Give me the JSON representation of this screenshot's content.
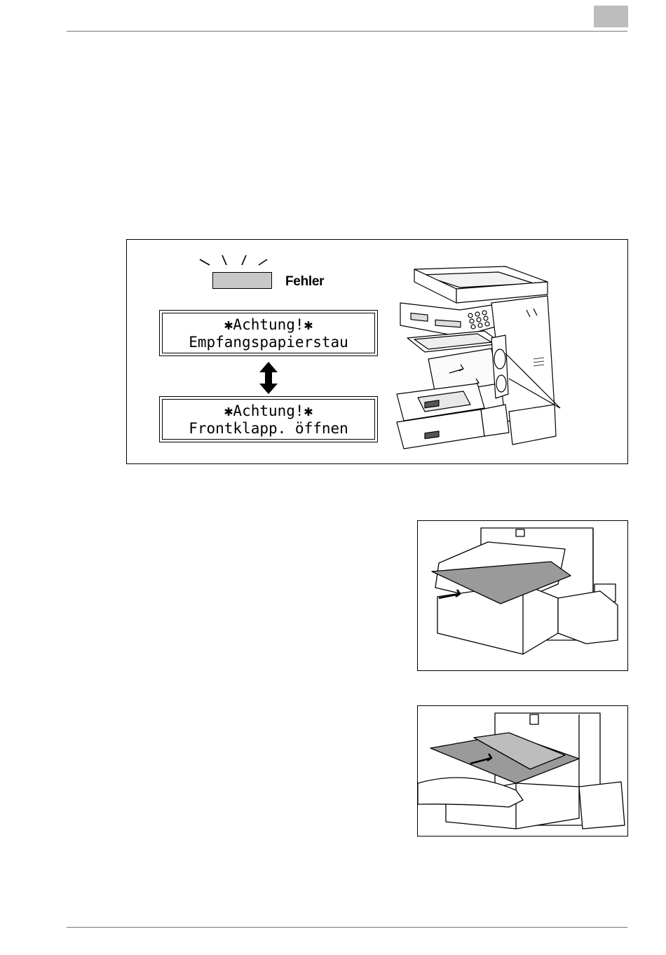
{
  "figure_main": {
    "error_key_label": "Fehler",
    "lcd_message_1": {
      "line1": "✱Achtung!✱",
      "line2": "Empfangspapierstau"
    },
    "lcd_message_2": {
      "line1": "✱Achtung!✱",
      "line2": "Frontklapp. öffnen"
    },
    "alternation_icon": "double-arrow-up-down-icon",
    "machine_icon": "multifunction-copier-illustration"
  },
  "figure_2": {
    "illustration": "paper-removal-from-output-tray"
  },
  "figure_3": {
    "illustration": "hand-pulling-jammed-paper"
  },
  "colors": {
    "header_tab": "#bdbdbd",
    "error_key": "#c8c8c8",
    "rules": "#777777"
  }
}
